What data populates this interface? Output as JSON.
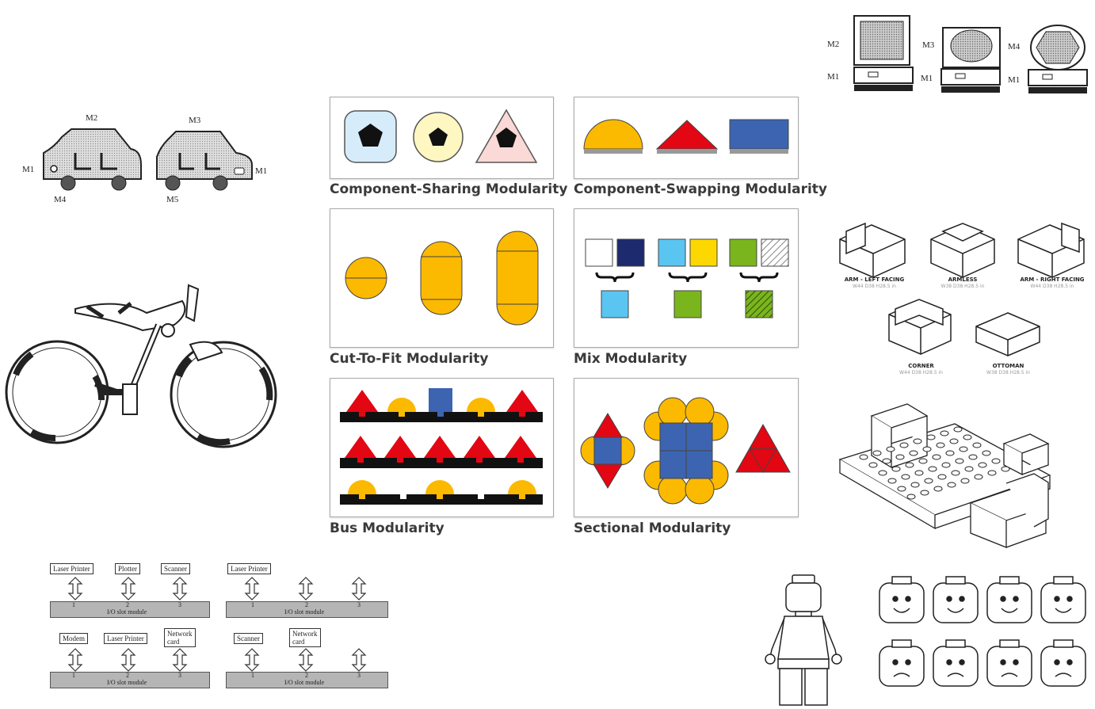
{
  "panels": {
    "component_sharing": "Component-Sharing Modularity",
    "component_swapping": "Component-Swapping Modularity",
    "cut_to_fit": "Cut-To-Fit Modularity",
    "mix": "Mix Modularity",
    "bus": "Bus Modularity",
    "sectional": "Sectional Modularity"
  },
  "cars": {
    "m1_left": "M1",
    "m2": "M2",
    "m4": "M4",
    "m3": "M3",
    "m1_right": "M1",
    "m5": "M5"
  },
  "computers": {
    "m2": "M2",
    "m1_a": "M1",
    "m3": "M3",
    "m1_b": "M1",
    "m4": "M4",
    "m1_c": "M1"
  },
  "sofas": {
    "arm_left": {
      "title": "ARM - LEFT FACING",
      "dims": "W44 D38 H28.5 in"
    },
    "armless": {
      "title": "ARMLESS",
      "dims": "W38 D38 H28.5 in"
    },
    "arm_right": {
      "title": "ARM - RIGHT FACING",
      "dims": "W44 D38 H28.5 in"
    },
    "corner": {
      "title": "CORNER",
      "dims": "W44 D38 H28.5 in"
    },
    "ottoman": {
      "title": "OTTOMAN",
      "dims": "W38 D38 H28.5 in"
    }
  },
  "io": {
    "d1": {
      "boxes": [
        "Laser Printer",
        "Plotter",
        "Scanner"
      ],
      "nums": [
        "1",
        "2",
        "3"
      ],
      "bar": "I/O slot module"
    },
    "d2": {
      "boxes": [
        "Laser Printer"
      ],
      "nums": [
        "1",
        "2",
        "3"
      ],
      "bar": "I/O slot module"
    },
    "d3": {
      "boxes": [
        "Modem",
        "Laser Printer",
        "Network card"
      ],
      "nums": [
        "1",
        "2",
        "3"
      ],
      "bar": "I/O slot module"
    },
    "d4": {
      "boxes": [
        "Scanner",
        "Network card"
      ],
      "nums": [
        "1",
        "2",
        "3"
      ],
      "bar": "I/O slot module"
    }
  },
  "colors": {
    "yellow": "#fbb900",
    "red": "#e30613",
    "blue": "#3c64b1",
    "lightblue": "#5bc5f2",
    "navy": "#1d2a6e",
    "green": "#7ab51d",
    "pink": "#fbd9d6",
    "cream": "#fff7c2",
    "paleblue": "#d6ecfa"
  }
}
